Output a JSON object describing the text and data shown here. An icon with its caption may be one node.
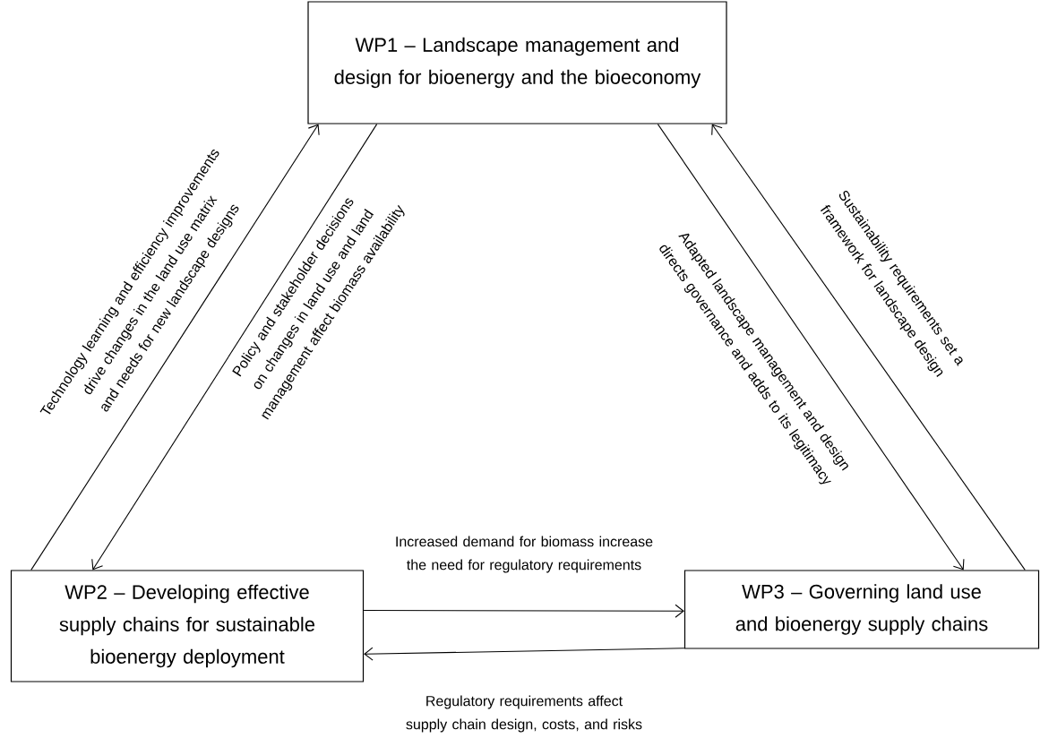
{
  "diagram": {
    "nodes": [
      {
        "text": [
          "WP1 – Landscape management and design for bioenergy and the bioeconomy"
        ]
      },
      {
        "text": [
          "WP2 – Developing effective supply chains for sustainable bioenergy deployment"
        ]
      },
      {
        "text": [
          "WP3 – Governing land use and bioenergy supply chains"
        ]
      }
    ],
    "edges": [
      {
        "from": 1,
        "to": 0,
        "arrow": "to",
        "label": "Technology learning and efficiency improvements drive changes in the land use matrix and needs for new landscape designs"
      },
      {
        "from": 0,
        "to": 1,
        "arrow": "to",
        "label": "Policy and stakeholder decisions on changes in land use and land management affect biomass availability"
      },
      {
        "from": 0,
        "to": 2,
        "arrow": "to",
        "label": "Adapted landscape management and design directs governance and adds to its legitimacy"
      },
      {
        "from": 2,
        "to": 0,
        "arrow": "to",
        "label": "Sustainability requirements set a framework for landscape design"
      },
      {
        "from": 1,
        "to": 2,
        "arrow": "to",
        "label": "Increased demand for biomass increase the need for regulatory requirements"
      },
      {
        "from": 2,
        "to": 1,
        "arrow": "to",
        "label": "Regulatory requirements affect supply chain design, costs, and risks"
      }
    ]
  }
}
